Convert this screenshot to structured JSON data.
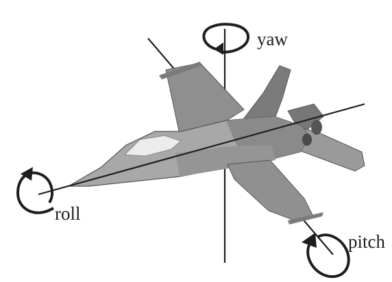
{
  "labels": {
    "yaw": "yaw",
    "roll": "roll",
    "pitch": "pitch"
  },
  "icons": [
    "fighter-jet",
    "yaw-rotation-arrow",
    "roll-rotation-arrow",
    "pitch-rotation-arrow"
  ],
  "colors": {
    "background": "#ffffff",
    "axis": "#1e1e1e",
    "aircraft_light": "#a9a9a9",
    "aircraft_mid": "#8f8f8f",
    "aircraft_dark": "#6f6f6f",
    "canopy": "#ececec"
  }
}
